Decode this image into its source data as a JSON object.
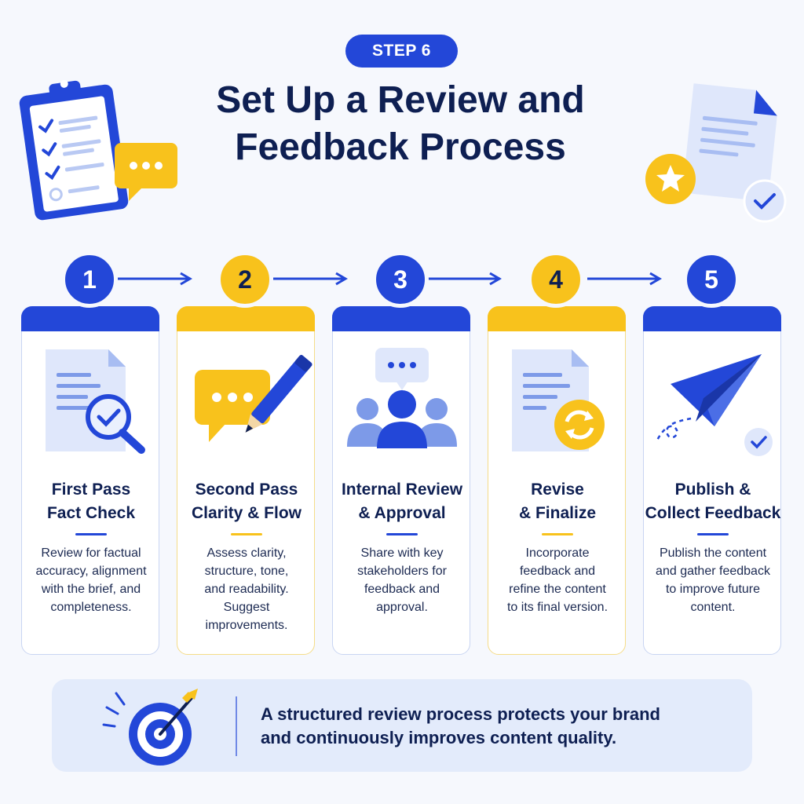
{
  "header": {
    "badge": "STEP 6",
    "title_line1": "Set Up a Review and",
    "title_line2": "Feedback Process"
  },
  "steps": [
    {
      "number": "1",
      "title": "First Pass\nFact Check",
      "description": "Review for factual\naccuracy, alignment\nwith the brief, and\ncompleteness.",
      "icon": "magnifier-document-icon",
      "color": "#2347d8"
    },
    {
      "number": "2",
      "title": "Second Pass\nClarity & Flow",
      "description": "Assess clarity,\nstructure, tone,\nand readability.\nSuggest\nimprovements.",
      "icon": "chat-pencil-icon",
      "color": "#f8c21c"
    },
    {
      "number": "3",
      "title": "Internal Review\n& Approval",
      "description": "Share with key\nstakeholders for\nfeedback and\napproval.",
      "icon": "team-chat-icon",
      "color": "#2347d8"
    },
    {
      "number": "4",
      "title": "Revise\n& Finalize",
      "description": "Incorporate\nfeedback and\nrefine the content\nto its final version.",
      "icon": "document-refresh-icon",
      "color": "#f8c21c"
    },
    {
      "number": "5",
      "title": "Publish &\nCollect Feedback",
      "description": "Publish the content\nand gather feedback\nto improve future\ncontent.",
      "icon": "paper-plane-icon",
      "color": "#2347d8"
    }
  ],
  "banner": {
    "text": "A structured review process protects your brand\nand continuously improves content quality.",
    "icon": "target-arrow-icon"
  },
  "colors": {
    "primary": "#2347d8",
    "accent": "#f8c21c",
    "background": "#f6f8fd",
    "text": "#0e1f52"
  }
}
